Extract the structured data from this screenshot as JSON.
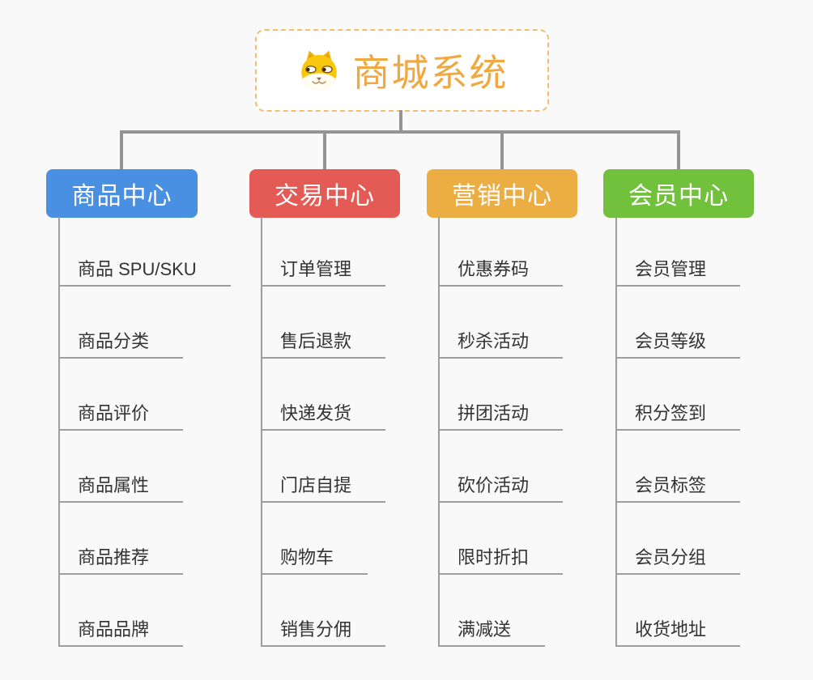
{
  "root": {
    "title": "商城系统",
    "title_color": "#f0a843",
    "mascot_icon": "dog-face-icon"
  },
  "connector_color": "#949494",
  "branch_line_color": "#9e9e9e",
  "branches": [
    {
      "label": "商品中心",
      "color": "#4a90e2",
      "children": [
        "商品 SPU/SKU",
        "商品分类",
        "商品评价",
        "商品属性",
        "商品推荐",
        "商品品牌"
      ]
    },
    {
      "label": "交易中心",
      "color": "#e45a55",
      "children": [
        "订单管理",
        "售后退款",
        "快递发货",
        "门店自提",
        "购物车",
        "销售分佣"
      ]
    },
    {
      "label": "营销中心",
      "color": "#ecae43",
      "children": [
        "优惠券码",
        "秒杀活动",
        "拼团活动",
        "砍价活动",
        "限时折扣",
        "满减送"
      ]
    },
    {
      "label": "会员中心",
      "color": "#72c13d",
      "children": [
        "会员管理",
        "会员等级",
        "积分签到",
        "会员标签",
        "会员分组",
        "收货地址"
      ]
    }
  ]
}
